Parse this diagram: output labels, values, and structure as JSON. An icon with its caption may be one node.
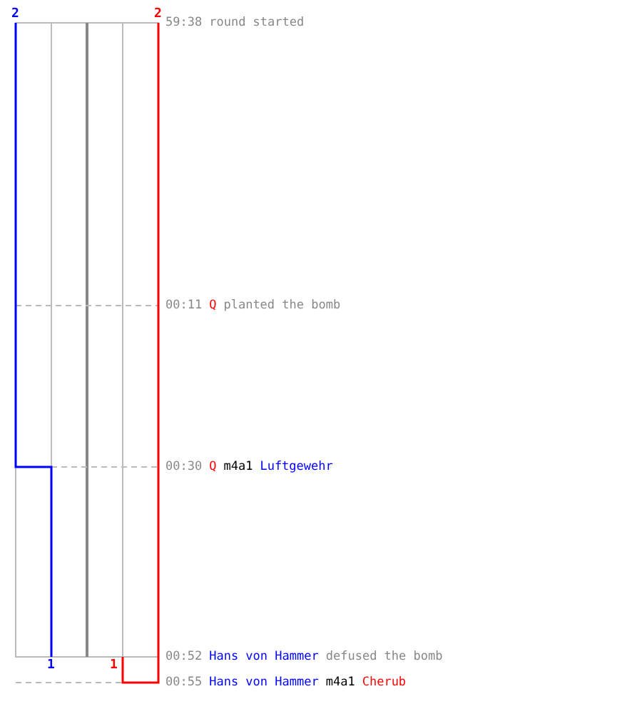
{
  "diagram": {
    "labels": [
      "2",
      "2",
      "59:38",
      "round started",
      "00:11",
      "Q",
      "planted the bomb",
      "00:30",
      "Q",
      "m4a1",
      "Luftgewehr",
      "1",
      "1",
      "00:52",
      "Hans von Hammer",
      "defused the bomb",
      "00:55",
      "Hans von Hammer",
      "m4a1",
      "Cherub"
    ]
  }
}
